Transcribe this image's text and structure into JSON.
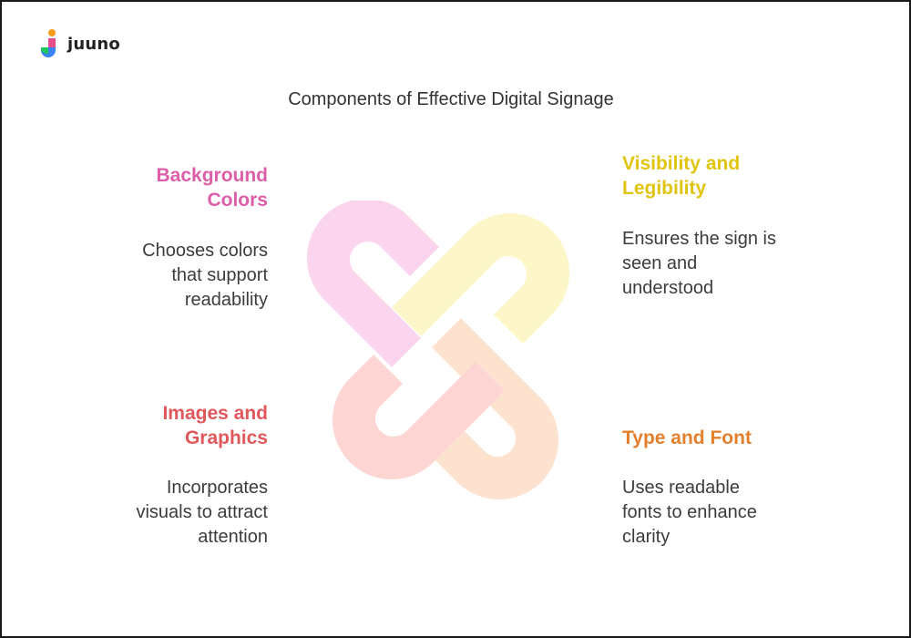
{
  "brand": {
    "name": "juuno"
  },
  "title": "Components of Effective Digital Signage",
  "components": {
    "background_colors": {
      "heading_lines": [
        "Background",
        "Colors"
      ],
      "description_lines": [
        "Chooses colors",
        "that support",
        "readability"
      ],
      "color": "#dd5ea8",
      "shape_color": "#fbd4ed"
    },
    "visibility_legibility": {
      "heading_lines": [
        "Visibility and",
        "Legibility"
      ],
      "description_lines": [
        "Ensures the sign is",
        "seen and",
        "understood"
      ],
      "color": "#e1c40e",
      "shape_color": "#fcf6c8"
    },
    "images_graphics": {
      "heading_lines": [
        "Images and",
        "Graphics"
      ],
      "description_lines": [
        "Incorporates",
        "visuals to attract",
        "attention"
      ],
      "color": "#e0585b",
      "shape_color": "#fdd6d4"
    },
    "type_font": {
      "heading_lines": [
        "Type and Font"
      ],
      "description_lines": [
        "Uses readable",
        "fonts to enhance",
        "clarity"
      ],
      "color": "#e2802d",
      "shape_color": "#fde2cf"
    }
  }
}
